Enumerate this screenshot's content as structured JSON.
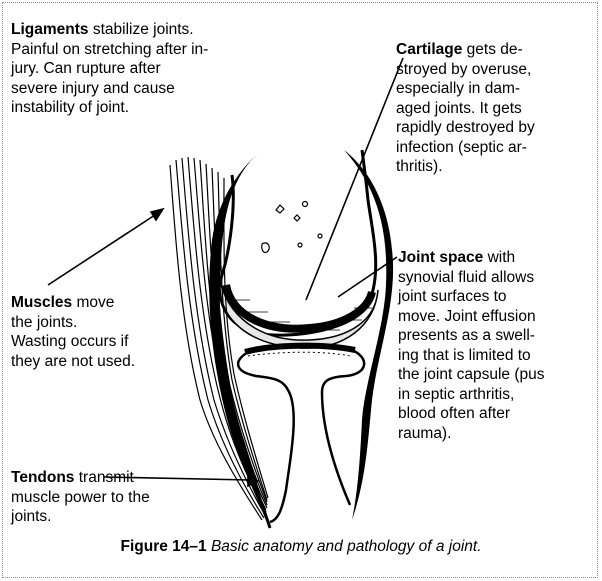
{
  "labels": {
    "ligaments": {
      "term": "Ligaments",
      "text": " stabilize joints.\nPainful on stretching after in-\njury. Can rupture after\nsevere injury and cause\ninstability of joint."
    },
    "cartilage": {
      "term": "Cartilage",
      "text": " gets de-\nstroyed by overuse,\nespecially in dam-\naged joints. It  gets\nrapidly destroyed by\ninfection (septic ar-\nthritis)."
    },
    "joint_space": {
      "term": "Joint space",
      "text": " with\nsynovial fluid allows\njoint surfaces to\nmove. Joint effusion\npresents as a swell-\ning that is limited to\nthe joint capsule (pus\nin septic arthritis,\nblood often after\nrauma)."
    },
    "muscles": {
      "term": "Muscles",
      "text": " move\nthe joints.\nWasting occurs if\nthey are not used."
    },
    "tendons": {
      "term": "Tendons",
      "text": " transmit\nmuscle power to the\njoints."
    }
  },
  "caption": {
    "label": "Figure 14–1",
    "text": " Basic anatomy and pathology of a  joint."
  }
}
